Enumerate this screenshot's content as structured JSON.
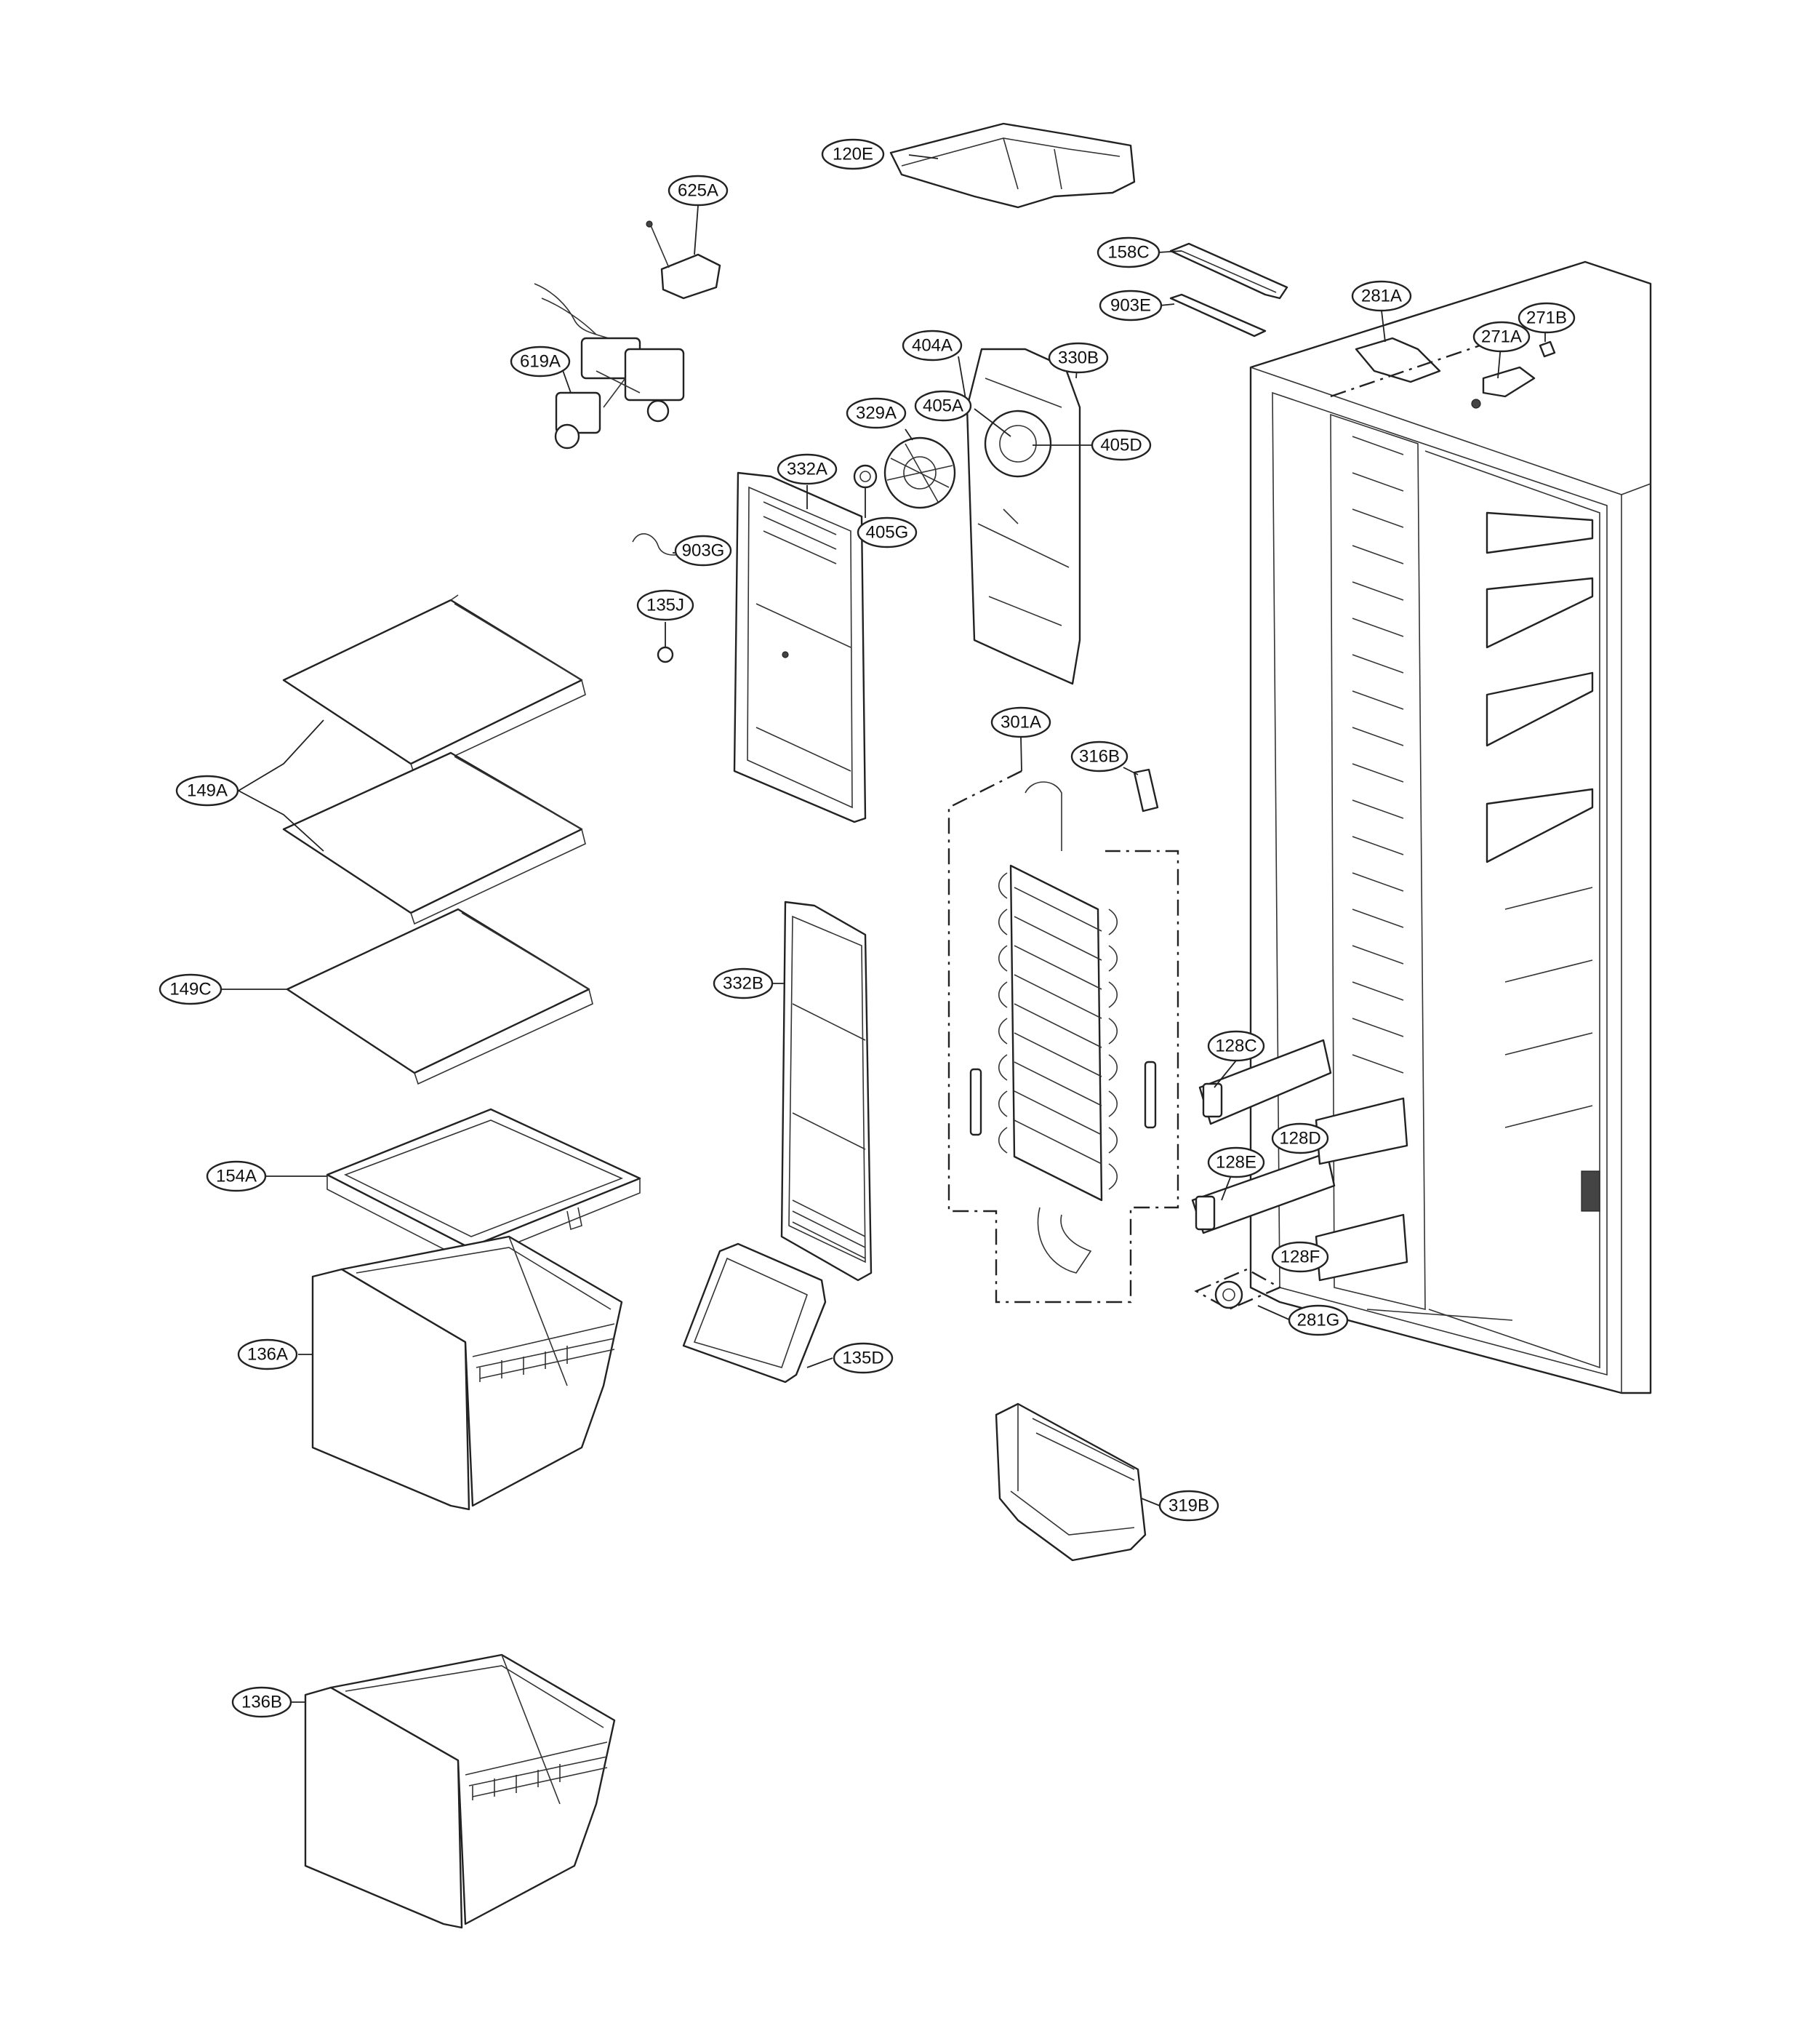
{
  "diagram": {
    "background": "#ffffff",
    "line_color": "#222222",
    "callouts": [
      "120E",
      "625A",
      "158C",
      "903E",
      "281A",
      "271A",
      "271B",
      "619A",
      "404A",
      "330B",
      "405A",
      "329A",
      "405D",
      "332A",
      "405G",
      "903G",
      "135J",
      "149A",
      "149C",
      "301A",
      "316B",
      "332B",
      "128C",
      "128D",
      "128E",
      "128F",
      "281G",
      "154A",
      "136A",
      "135D",
      "319B",
      "136B"
    ]
  }
}
